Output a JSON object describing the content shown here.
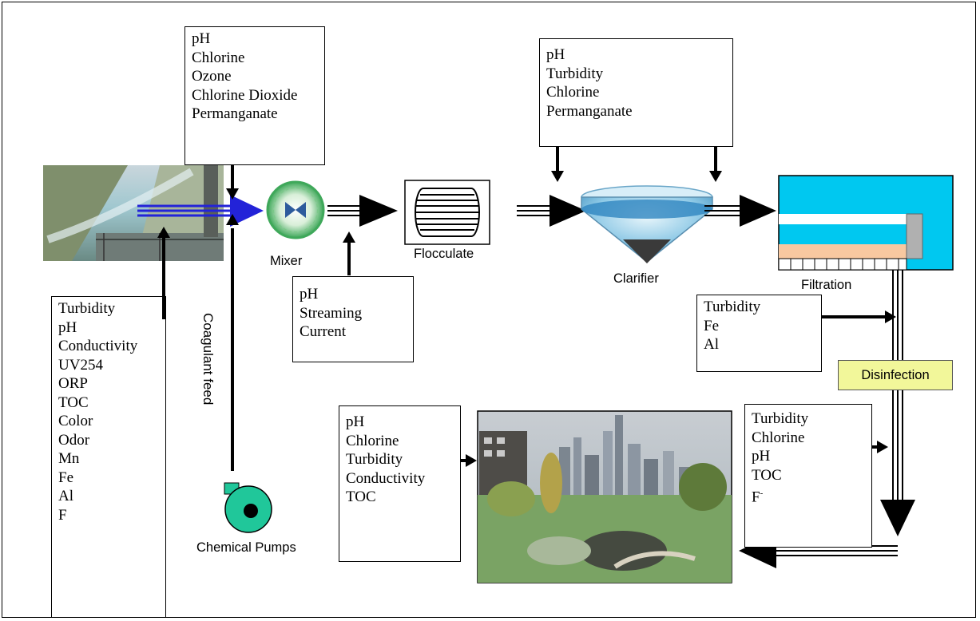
{
  "boxes": {
    "source_params": [
      "Turbidity",
      "pH",
      "Conductivity",
      "UV254",
      "ORP",
      "TOC",
      "Color",
      "Odor",
      "Mn",
      "Fe",
      "Al",
      "F"
    ],
    "preoxidant_params": [
      "pH",
      "Chlorine",
      "Ozone",
      "Chlorine Dioxide",
      "Permanganate"
    ],
    "mixer_params": [
      "pH",
      "Streaming",
      "Current"
    ],
    "clarifier_params": [
      "pH",
      "Turbidity",
      "Chlorine",
      "Permanganate"
    ],
    "filtration_params": [
      "Turbidity",
      "Fe",
      "Al"
    ],
    "distribution_params": [
      "pH",
      "Chlorine",
      "Turbidity",
      "Conductivity",
      "TOC"
    ],
    "finished_params": [
      "Turbidity",
      "Chlorine",
      "pH",
      "TOC",
      "F"
    ]
  },
  "finished_last_superscript": "-",
  "labels": {
    "mixer": "Mixer",
    "flocculate": "Flocculate",
    "clarifier": "Clarifier",
    "filtration": "Filtration",
    "coagulant_feed": "Coagulant feed",
    "chemical_pumps": "Chemical Pumps",
    "disinfection": "Disinfection"
  },
  "colors": {
    "flow_blue": "#2323d8",
    "pump_green": "#20c79a",
    "mixer_green": "#3fa85a",
    "filter_cyan": "#00c8f0",
    "filter_sand": "#f8c8a0",
    "disinfection_bg": "#f2f79a"
  }
}
